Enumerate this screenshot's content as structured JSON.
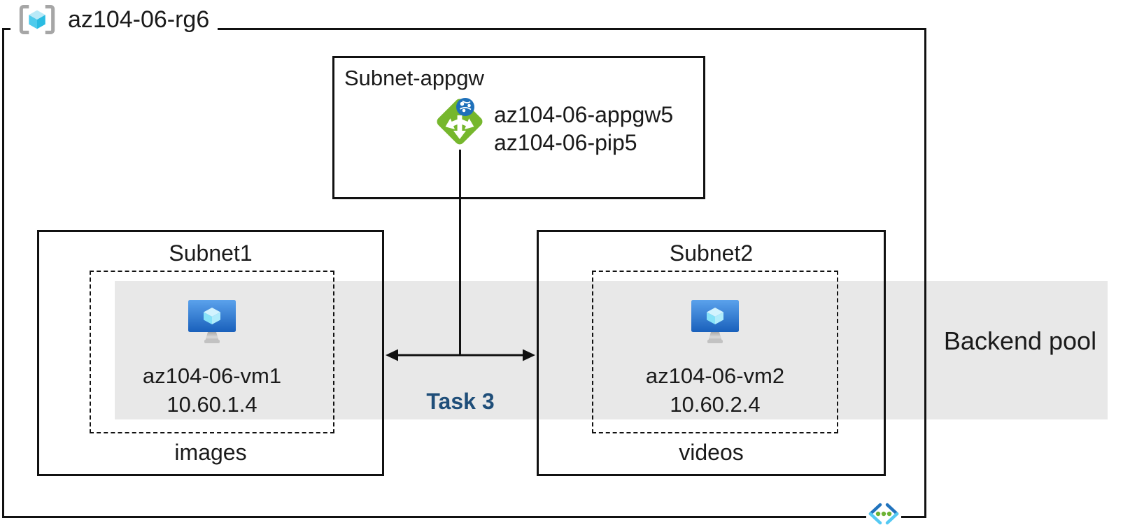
{
  "rg": {
    "name": "az104-06-rg6"
  },
  "appgw_subnet": {
    "title": "Subnet-appgw",
    "gateway_name": "az104-06-appgw5",
    "public_ip_name": "az104-06-pip5"
  },
  "subnet1": {
    "title": "Subnet1",
    "vm": {
      "name": "az104-06-vm1",
      "ip": "10.60.1.4"
    },
    "caption": "images"
  },
  "subnet2": {
    "title": "Subnet2",
    "vm": {
      "name": "az104-06-vm2",
      "ip": "10.60.2.4"
    },
    "caption": "videos"
  },
  "annotations": {
    "backend_pool": "Backend pool",
    "task": "Task 3"
  },
  "icons": {
    "resource_group": "resource-group-icon",
    "application_gateway": "application-gateway-icon",
    "virtual_machine": "virtual-machine-icon",
    "virtual_network": "virtual-network-icon"
  },
  "colors": {
    "backend_pool_band": "#e8e8e8",
    "task_label": "#1f4e79",
    "appgw_green": "#76b72d",
    "globe_blue": "#1e70ba",
    "vm_screen_top": "#5ba2ec",
    "vm_screen_bottom": "#1960bb",
    "cube_cyan": "#2abce2",
    "rg_bracket_gray": "#a6a6a6",
    "line": "#111111"
  }
}
